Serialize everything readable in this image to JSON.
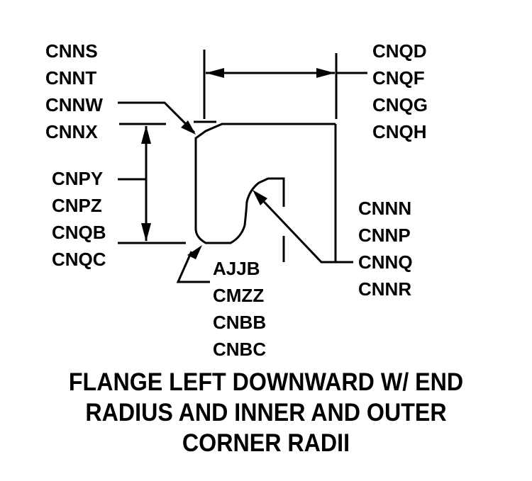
{
  "diagram": {
    "colors": {
      "ink": "#000000",
      "background": "#ffffff"
    },
    "label_groups": {
      "top_left": [
        "CNNS",
        "CNNT",
        "CNNW",
        "CNNX"
      ],
      "top_right": [
        "CNQD",
        "CNQF",
        "CNQG",
        "CNQH"
      ],
      "left_middle": [
        "CNPY",
        "CNPZ",
        "CNQB",
        "CNQC"
      ],
      "right_middle": [
        "CNNN",
        "CNNP",
        "CNNQ",
        "CNNR"
      ],
      "bottom_center": [
        "AJJB",
        "CMZZ",
        "CNBB",
        "CNBC"
      ]
    },
    "caption": [
      "FLANGE LEFT DOWNWARD W/ END",
      "RADIUS AND INNER AND OUTER",
      "CORNER RADII"
    ]
  }
}
